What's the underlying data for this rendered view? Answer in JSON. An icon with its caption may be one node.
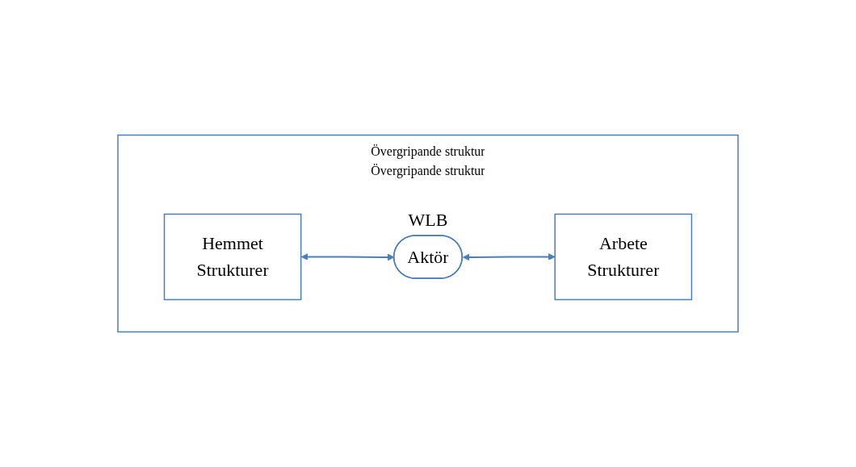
{
  "diagram": {
    "nodes": [
      {
        "text": [
          "Övergripande struktur",
          "Övergripande struktur"
        ]
      },
      {
        "text": [
          "Hemmet",
          "Strukturer"
        ],
        "in": 0
      },
      {
        "text": [
          "Aktör"
        ],
        "beside": [
          "WLB"
        ],
        "in": 0
      },
      {
        "text": [
          "Arbete",
          "Strukturer"
        ],
        "in": 0
      }
    ],
    "edges": [
      {
        "from": 1,
        "to": 2,
        "arrow": "both"
      },
      {
        "from": 2,
        "to": 3,
        "arrow": "both"
      }
    ]
  }
}
